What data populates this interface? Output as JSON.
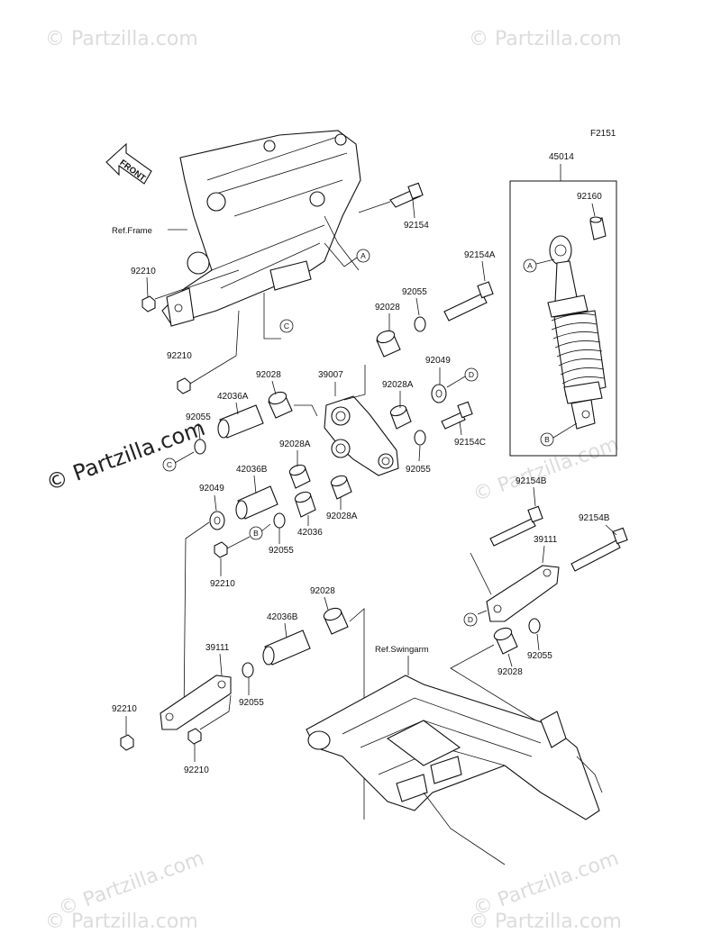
{
  "figure_code": "F2151",
  "front_label": "FRONT",
  "watermark": "© Partzilla.com",
  "refs": {
    "frame": "Ref.Frame",
    "swingarm": "Ref.Swingarm"
  },
  "circle_markers": [
    "A",
    "B",
    "C",
    "D"
  ],
  "parts": {
    "p45014": "45014",
    "p92160": "92160",
    "p92154": "92154",
    "p92154A": "92154A",
    "p92154B_a": "92154B",
    "p92154B_b": "92154B",
    "p92154C": "92154C",
    "p92210_a": "92210",
    "p92210_b": "92210",
    "p92210_c": "92210",
    "p92210_d": "92210",
    "p92210_e": "92210",
    "p92055_a": "92055",
    "p92055_b": "92055",
    "p92055_c": "92055",
    "p92055_d": "92055",
    "p92055_e": "92055",
    "p92055_f": "92055",
    "p92028_a": "92028",
    "p92028_b": "92028",
    "p92028_c": "92028",
    "p92028_d": "92028",
    "p92028A_a": "92028A",
    "p92028A_b": "92028A",
    "p92028A_c": "92028A",
    "p92049_a": "92049",
    "p92049_b": "92049",
    "p39007": "39007",
    "p39111_a": "39111",
    "p39111_b": "39111",
    "p42036": "42036",
    "p42036A": "42036A",
    "p42036B_a": "42036B",
    "p42036B_b": "42036B"
  }
}
